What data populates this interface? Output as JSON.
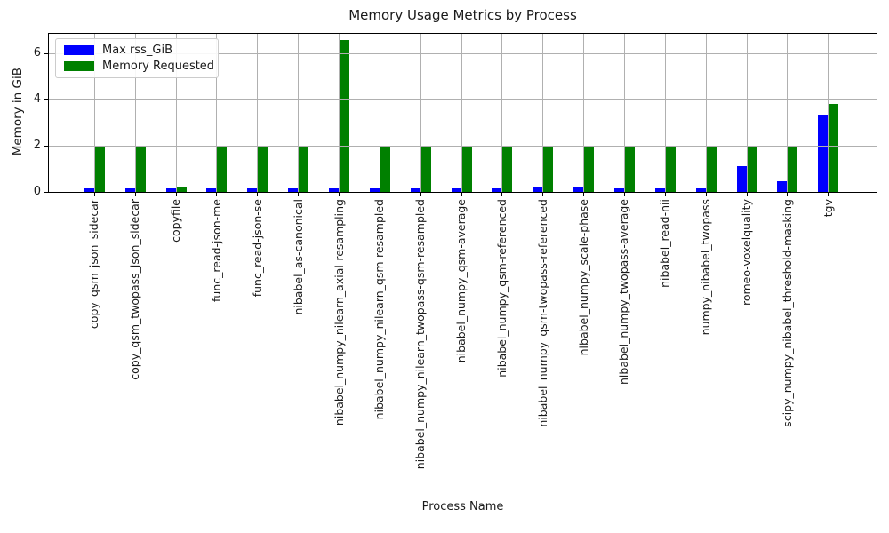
{
  "chart_data": {
    "type": "bar",
    "title": "Memory Usage Metrics by Process",
    "xlabel": "Process Name",
    "ylabel": "Memory in GiB",
    "yticks": [
      0,
      2,
      4,
      6
    ],
    "ylim": [
      0,
      6.85
    ],
    "grid": true,
    "legend_position": "upper left",
    "categories": [
      "copy_qsm_json_sidecar",
      "copy_qsm_twopass_json_sidecar",
      "copyfile",
      "func_read-json-me",
      "func_read-json-se",
      "nibabel_as-canonical",
      "nibabel_numpy_nilearn_axial-resampling",
      "nibabel_numpy_nilearn_qsm-resampled",
      "nibabel_numpy_nilearn_twopass-qsm-resampled",
      "nibabel_numpy_qsm-average",
      "nibabel_numpy_qsm-referenced",
      "nibabel_numpy_qsm-twopass-referenced",
      "nibabel_numpy_scale-phase",
      "nibabel_numpy_twopass-average",
      "nibabel_read-nii",
      "numpy_nibabel_twopass",
      "romeo-voxelquality",
      "scipy_numpy_nibabel_threshold-masking",
      "tgv"
    ],
    "series": [
      {
        "name": "Max rss_GiB",
        "color": "#0000ff",
        "values": [
          0.15,
          0.15,
          0.15,
          0.15,
          0.15,
          0.15,
          0.15,
          0.15,
          0.15,
          0.15,
          0.16,
          0.25,
          0.18,
          0.15,
          0.16,
          0.16,
          1.1,
          0.45,
          3.3
        ]
      },
      {
        "name": "Memory Requested",
        "color": "#008000",
        "values": [
          2,
          2,
          0.25,
          2,
          2,
          2,
          6.6,
          2,
          2,
          2,
          2,
          2,
          2,
          2,
          2,
          2,
          2,
          2,
          3.8
        ]
      }
    ]
  }
}
